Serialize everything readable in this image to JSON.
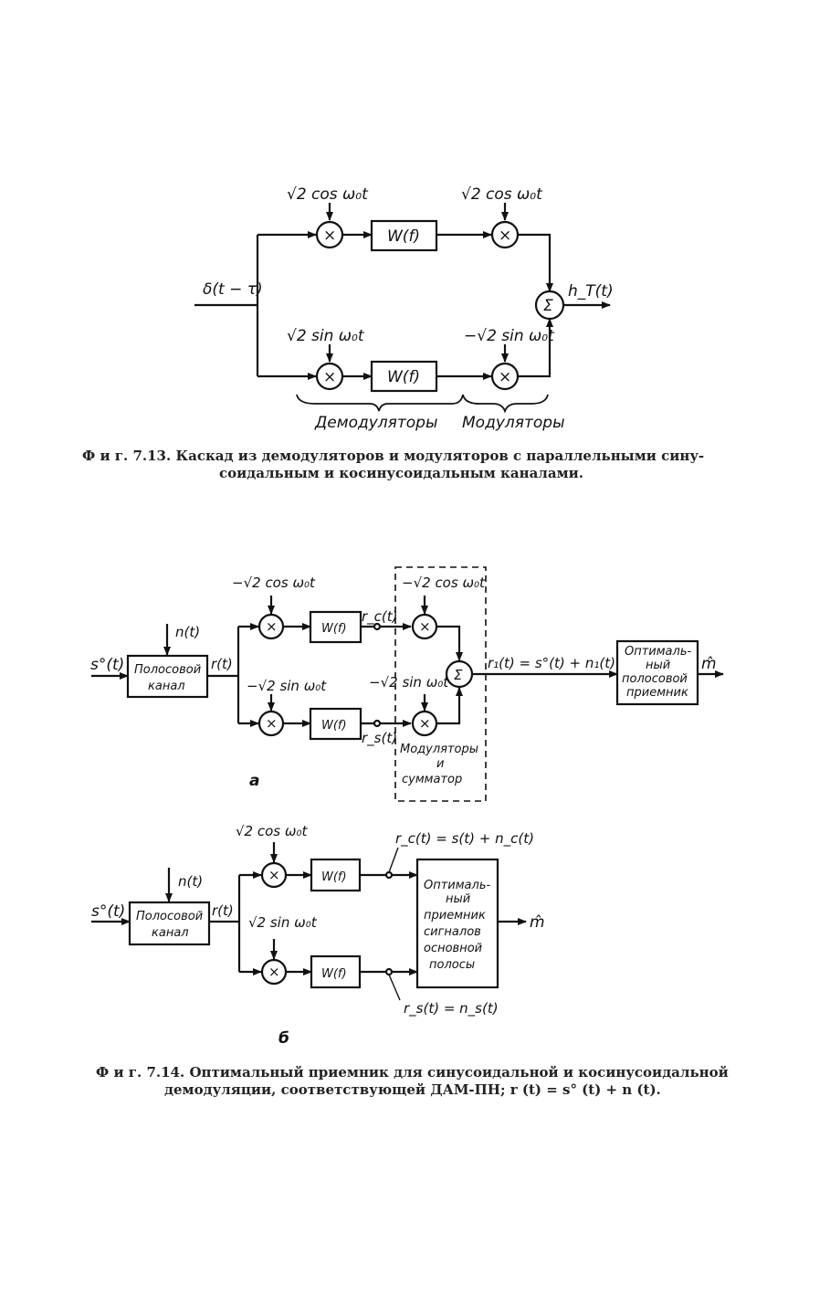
{
  "fig713": {
    "input": "δ(t − τ)",
    "output": "h_T(t)",
    "ref_top_left": "√2 cos ω₀t",
    "ref_top_right": "√2 cos ω₀t",
    "ref_bot_left": "√2 sin ω₀t",
    "ref_bot_right": "−√2 sin ω₀t",
    "filter_top": "W(f)",
    "filter_bot": "W(f)",
    "mult": "×",
    "sum": "Σ",
    "brace_left": "Демодуляторы",
    "brace_right": "Модуляторы",
    "caption_lead": "Ф и г.",
    "caption_num": "7.13.",
    "caption_line1": "Каскад из демодуляторов и модуляторов с параллельными сину-",
    "caption_line2": "соидальным и косинусоидальным каналами."
  },
  "fig714a": {
    "input": "s°(t)",
    "noise": "n(t)",
    "channel_line1": "Полосовой",
    "channel_line2": "канал",
    "r": "r(t)",
    "ref_top_left": "−√2 cos ω₀t",
    "ref_bot_left": "−√2 sin ω₀t",
    "ref_top_right": "−√2 cos ω₀t",
    "ref_bot_right": "−√2 sin ω₀t",
    "filter_top": "W(f)",
    "filter_bot": "W(f)",
    "rc": "r_c(t)",
    "rs": "r_s(t)",
    "sum": "Σ",
    "mult": "×",
    "output_eq": "r₁(t) = s°(t) + n₁(t)",
    "receiver_line1": "Оптималь-",
    "receiver_line2": "ный",
    "receiver_line3": "полосовой",
    "receiver_line4": "приемник",
    "m_hat": "m̂",
    "dash_line1": "Модуляторы",
    "dash_line2": "и",
    "dash_line3": "сумматор",
    "panel_label": "а"
  },
  "fig714b": {
    "input": "s°(t)",
    "noise": "n(t)",
    "channel_line1": "Полосовой",
    "channel_line2": "канал",
    "r": "r(t)",
    "ref_top": "√2 cos ω₀t",
    "ref_bot": "√2 sin ω₀t",
    "filter_top": "W(f)",
    "filter_bot": "W(f)",
    "mult": "×",
    "rc_eq": "r_c(t) = s(t) + n_c(t)",
    "rs_eq": "r_s(t) = n_s(t)",
    "receiver_line1": "Оптималь-",
    "receiver_line2": "ный",
    "receiver_line3": "приемник",
    "receiver_line4": "сигналов",
    "receiver_line5": "основной",
    "receiver_line6": "полосы",
    "m_hat": "m̂",
    "panel_label": "б",
    "caption_lead": "Ф и г.",
    "caption_num": "7.14.",
    "caption_line1": "Оптимальный приемник для синусоидальной и косинусоидальной",
    "caption_line2": "демодуляции, соответствующей ДАМ-ПН;  r (t) = s° (t) + n (t)."
  }
}
